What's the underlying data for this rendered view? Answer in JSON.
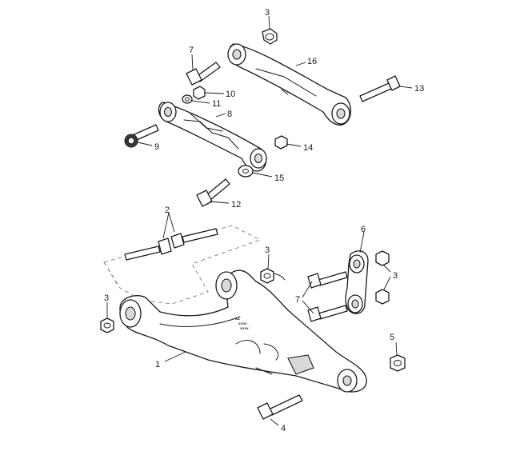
{
  "callouts": {
    "c1": "1",
    "c2": "2",
    "c3_top": "3",
    "c3_mid": "3",
    "c3_left": "3",
    "c3_right": "3",
    "c4": "4",
    "c5": "5",
    "c6": "6",
    "c7_top": "7",
    "c7_low": "7",
    "c8": "8",
    "c9": "9",
    "c10": "10",
    "c11": "11",
    "c12": "12",
    "c13": "13",
    "c14": "14",
    "c15": "15",
    "c16": "16"
  },
  "arm_marking": {
    "line1": "AA",
    "line2": "XXXX",
    "line3": "XXXX"
  },
  "colors": {
    "line": "#1a1a1a",
    "background": "#ffffff",
    "dashed_outline": "#8c8c8c"
  }
}
